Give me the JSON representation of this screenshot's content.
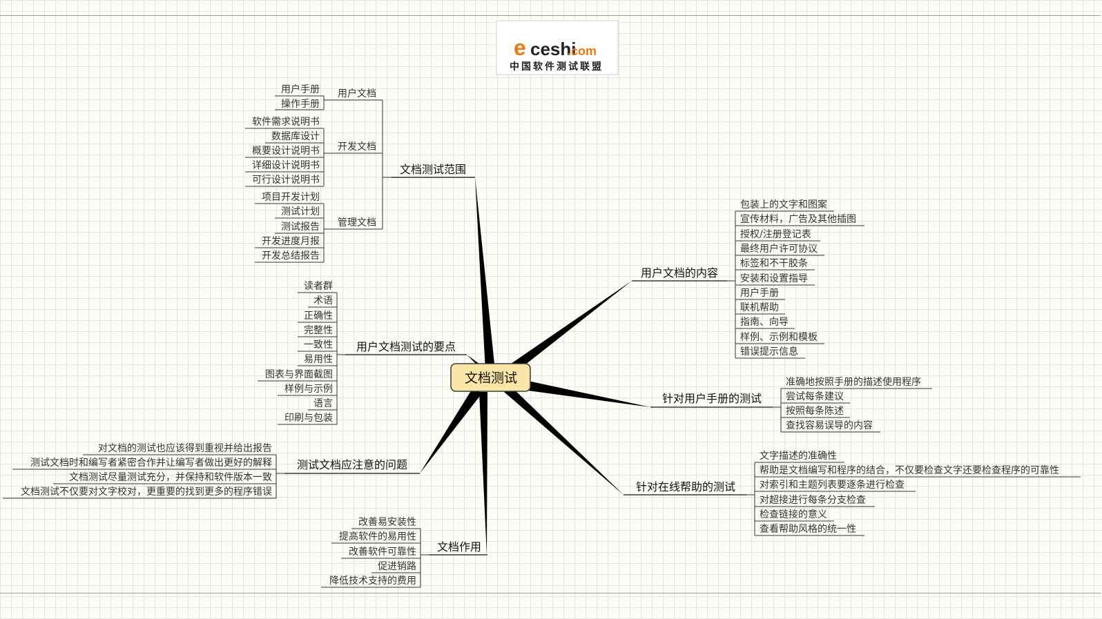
{
  "logo": {
    "brand_prefix": "e",
    "brand_name": "ceshi",
    "brand_suffix": ".com",
    "tagline": "中国软件测试联盟"
  },
  "center": "文档测试",
  "branches": {
    "scope": {
      "title": "文档测试范围",
      "groups": [
        {
          "title": "用户文档",
          "items": [
            "用户手册",
            "操作手册"
          ]
        },
        {
          "title": "开发文档",
          "items": [
            "软件需求说明书",
            "数据库设计",
            "概要设计说明书",
            "详细设计说明书",
            "可行设计说明书"
          ]
        },
        {
          "title": "管理文档",
          "items": [
            "项目开发计划",
            "测试计划",
            "测试报告",
            "开发进度月报",
            "开发总结报告"
          ]
        }
      ]
    },
    "key_points": {
      "title": "用户文档测试的要点",
      "items": [
        "读者群",
        "术语",
        "正确性",
        "完整性",
        "一致性",
        "易用性",
        "图表与界面截图",
        "样例与示例",
        "语言",
        "印刷与包装"
      ]
    },
    "issues": {
      "title": "测试文档应注意的问题",
      "items": [
        "对文档的测试也应该得到重视并给出报告",
        "测试文档时和编写者紧密合作并让编写者做出更好的解释",
        "文档测试尽量测试充分，并保持和软件版本一致",
        "文档测试不仅要对文字校对，更重要的找到更多的程序错误"
      ]
    },
    "role": {
      "title": "文档作用",
      "items": [
        "改善易安装性",
        "提高软件的易用性",
        "改善软件可靠性",
        "促进销路",
        "降低技术支持的费用"
      ]
    },
    "content": {
      "title": "用户文档的内容",
      "items": [
        "包装上的文字和图案",
        "宣传材料，广告及其他插图",
        "授权/注册登记表",
        "最终用户许可协议",
        "标签和不干胶条",
        "安装和设置指导",
        "用户手册",
        "联机帮助",
        "指南、向导",
        "样例、示例和模板",
        "错误提示信息"
      ]
    },
    "manual": {
      "title": "针对用户手册的测试",
      "items": [
        "准确地按照手册的描述使用程序",
        "尝试每条建议",
        "按照每条陈述",
        "查找容易误导的内容"
      ]
    },
    "online": {
      "title": "针对在线帮助的测试",
      "items": [
        "文字描述的准确性",
        "帮助是文档编写和程序的结合，不仅要检查文字还要检查程序的可靠性",
        "对索引和主题列表要逐条进行检查",
        "对超接进行每条分支检查",
        "检查链接的意义",
        "查看帮助风格的统一性"
      ]
    }
  }
}
